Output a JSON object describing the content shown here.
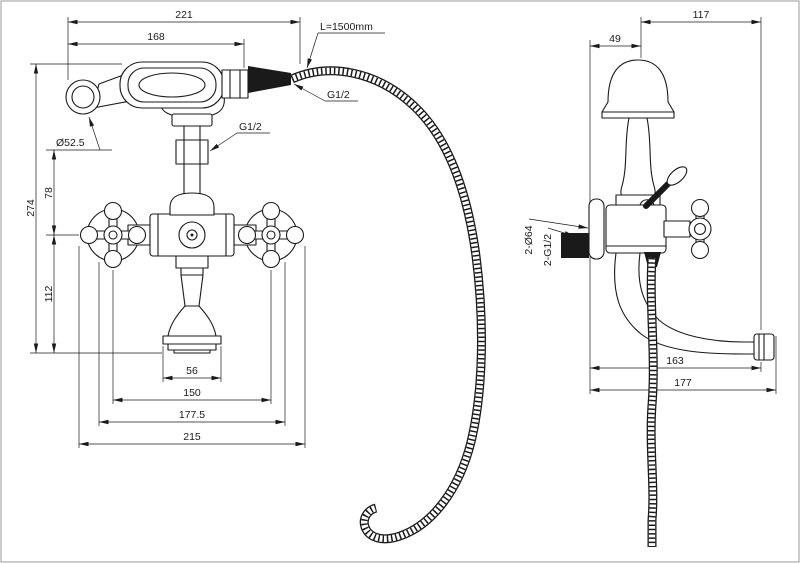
{
  "drawing": {
    "background": "#ffffff",
    "line_color": "#1a1a1a"
  },
  "front_view": {
    "dims": {
      "overall_width": "221",
      "shower_head_width": "168",
      "hose_length": "L=1500mm",
      "hose_thread": "G1/2",
      "cradle_thread": "G1/2",
      "handle_cap_diameter": "Ø52.5",
      "overall_height": "274",
      "upper_height": "78",
      "lower_height": "112",
      "spout_base_width": "56",
      "valve_center_distance": "150",
      "body_width": "177.5",
      "overall_body_width": "215"
    }
  },
  "side_view": {
    "dims": {
      "head_to_outlet": "117",
      "wall_to_head_axis": "49",
      "escutcheon_diameter": "2-Ø64",
      "wall_thread": "2-G1/2",
      "spout_reach": "163",
      "overall_reach": "177"
    }
  }
}
